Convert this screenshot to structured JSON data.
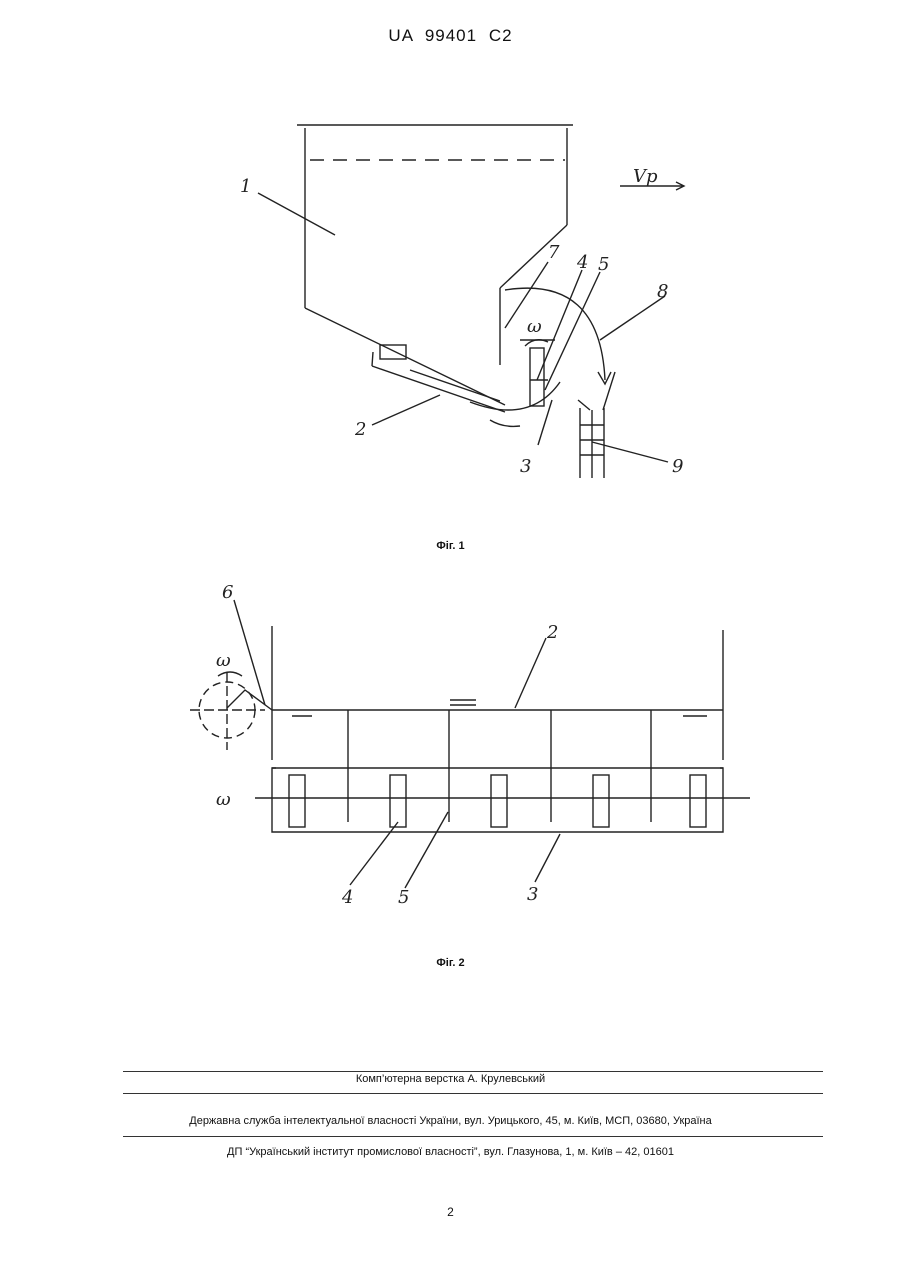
{
  "header": {
    "patent_code": "UA   99401   C2"
  },
  "figure1": {
    "caption": "Фіг. 1",
    "labels": {
      "l1": "1",
      "l2": "2",
      "l3": "3",
      "l4": "4",
      "l5": "5",
      "l7": "7",
      "l8": "8",
      "l9": "9",
      "omega": "ω",
      "velocity": "Vр"
    }
  },
  "figure2": {
    "caption": "Фіг. 2",
    "labels": {
      "l2": "2",
      "l3": "3",
      "l4": "4",
      "l5": "5",
      "l6": "6",
      "omega_top": "ω",
      "omega_left": "ω"
    }
  },
  "footer": {
    "layout_credit": "Комп’ютерна верстка А. Крулевський",
    "agency": "Державна служба інтелектуальної власності України, вул. Урицького, 45, м. Київ, МСП, 03680, Україна",
    "institute": "ДП “Український інститут промислової власності”, вул. Глазунова, 1, м. Київ – 42, 01601",
    "page_number": "2"
  }
}
